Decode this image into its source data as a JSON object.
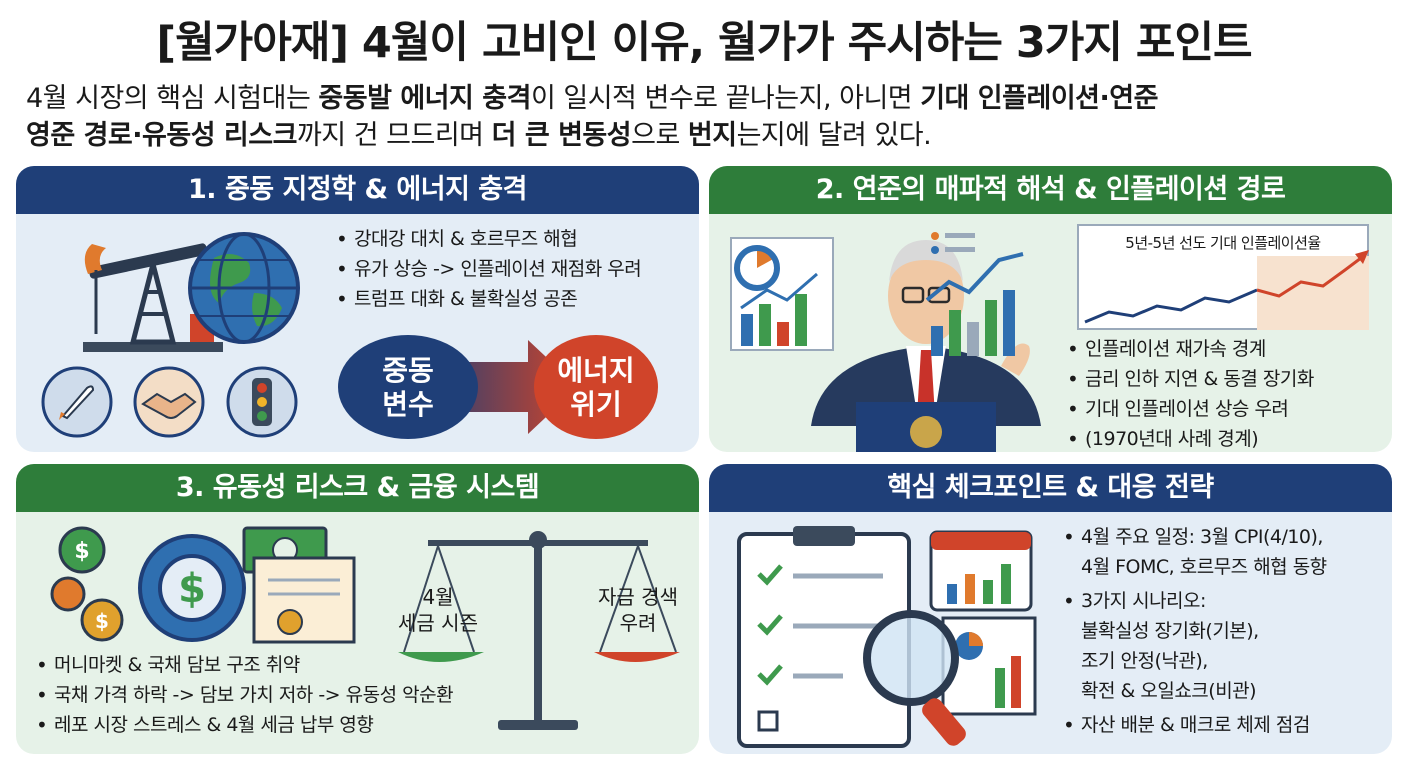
{
  "title": "[월가아재] 4월이 고비인 이유, 월가가 주시하는 3가지 포인트",
  "subtitle": {
    "l1_a": "4월 시장의 핵심 시험대는 ",
    "l1_b": "중동발 에너지 충격",
    "l1_c": "이 일시적 변수로 끝나는지, 아니면 ",
    "l1_d": "기대 인플레이션·연준",
    "l2_a": "영준 경로·유동성 리스크",
    "l2_b": "까지 건 므드리며 ",
    "l2_c": "더 큰 변동성",
    "l2_d": "으로 ",
    "l2_e": "번지",
    "l2_f": "는지에 달려 있다."
  },
  "panel1": {
    "header": "1. 중동 지정학 & 에너지 충격",
    "bullets": [
      "강대강 대치 & 호르무즈 해협",
      "유가 상승 -> 인플레이션 재점화 우려",
      "트럼프 대화 & 불확실성 공존"
    ],
    "pill_left_1": "중동",
    "pill_left_2": "변수",
    "pill_right_1": "에너지",
    "pill_right_2": "위기"
  },
  "panel2": {
    "header": "2. 연준의 매파적 해석 & 인플레이션 경로",
    "chart_title": "5년-5년 선도 기대 인플레이션율",
    "bullets": [
      "인플레이션 재가속 경계",
      "금리 인하 지연 & 동결 장기화",
      "기대 인플레이션 상승 우려",
      "(1970년대 사례 경계)"
    ]
  },
  "panel3": {
    "header": "3. 유동성 리스크 & 금융 시스템",
    "scale_left_1": "4월",
    "scale_left_2": "세금 시즌",
    "scale_right_1": "자금 경색",
    "scale_right_2": "우려",
    "bullets": [
      "머니마켓 & 국채 담보 구조 취약",
      "국채 가격 하락 -> 담보 가치 저하 -> 유동성 악순환",
      "레포 시장 스트레스 & 4월 세금 납부 영향"
    ]
  },
  "panel4": {
    "header": "핵심 체크포인트 & 대응 전략",
    "b1_1": "4월 주요 일정: 3월 CPI(4/10),",
    "b1_2": "4월 FOMC, 호르무즈 해협 동향",
    "b2_1": "3가지 시나리오:",
    "b2_2": "불확실성 장기화(기본),",
    "b2_3": "조기 안정(낙관),",
    "b2_4": "확전 & 오일쇼크(비관)",
    "b3": "자산 배분 & 매크로 체제 점검"
  },
  "icons": [
    "oil-pump-icon",
    "globe-icon",
    "missile-icon",
    "handshake-icon",
    "traffic-light-icon",
    "presenter-icon",
    "bar-chart-icon",
    "gear-icon",
    "dollar-bill-icon",
    "certificate-icon",
    "scale-icon",
    "clipboard-icon",
    "calendar-icon",
    "magnifier-icon"
  ],
  "colors": {
    "navy": "#1f3f78",
    "green": "#2e7d3a",
    "red": "#d0442a",
    "orange": "#e07a2d"
  }
}
